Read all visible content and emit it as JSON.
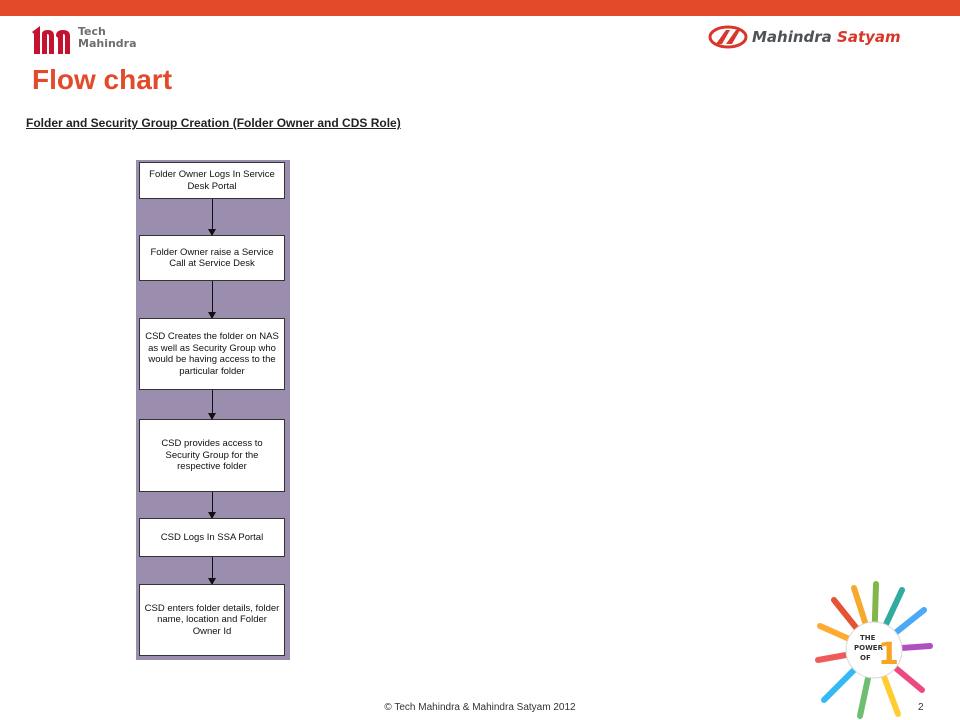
{
  "header": {
    "tech_mahindra_line1": "Tech",
    "tech_mahindra_line2": "Mahindra",
    "mahindra_word": "Mahindra",
    "satyam_word": "Satyam",
    "accent_color": "#e24a2a"
  },
  "title": "Flow chart",
  "subtitle": "Folder and Security Group Creation (Folder Owner and CDS Role)",
  "flow": {
    "lane_color": "#9a8dae",
    "steps": [
      "Folder Owner Logs In Service Desk Portal",
      "Folder Owner raise a Service Call at Service Desk",
      "CSD Creates the folder on NAS as well as Security Group who would be having access to the particular folder",
      "CSD provides access to Security Group for the respective folder",
      "CSD Logs In  SSA Portal",
      "CSD enters folder details, folder name, location and Folder Owner Id"
    ]
  },
  "footer": {
    "copyright": "© Tech Mahindra & Mahindra Satyam 2012",
    "page_number": "2"
  },
  "badge": {
    "line1": "THE",
    "line2": "POWER",
    "line3": "OF",
    "numeral": "1"
  }
}
